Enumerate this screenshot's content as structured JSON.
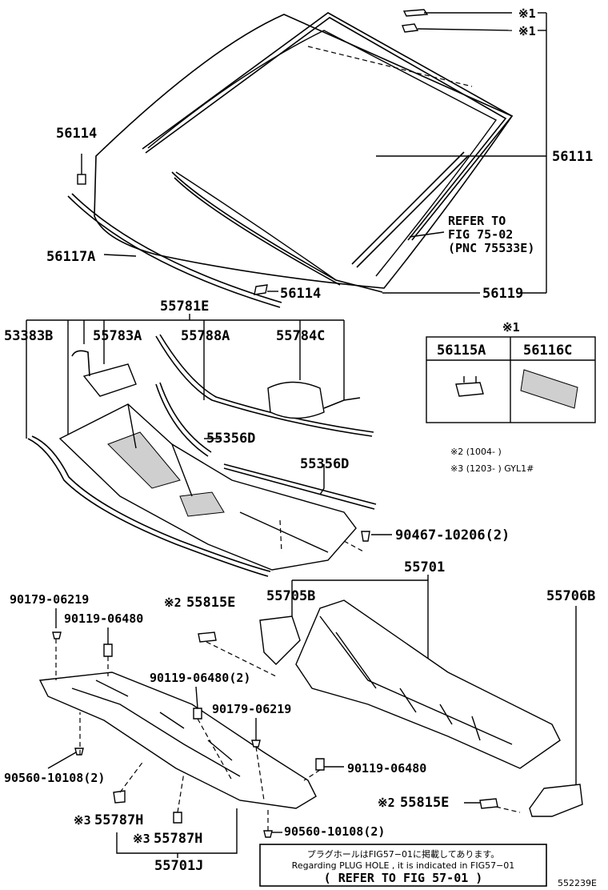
{
  "labels": {
    "windshield_top_note_a": "※1",
    "windshield_top_note_b": "※1",
    "p56114_a": "56114",
    "p56111": "56111",
    "refer_line1": "REFER TO",
    "refer_line2": "FIG 75-02",
    "refer_line3": "(PNC 75533E)",
    "p56117A": "56117A",
    "p56114_b": "56114",
    "p56119": "56119",
    "p55781E": "55781E",
    "p53383B": "53383B",
    "p55783A": "55783A",
    "p55788A": "55788A",
    "p55784C": "55784C",
    "p55356D_a": "55356D",
    "p55356D_b": "55356D",
    "p90467": "90467-10206(2)",
    "p55701": "55701",
    "p90179_a": "90179-06219",
    "p90119_a": "90119-06480",
    "note2_55815E_a": "※2",
    "p55815E_a": "55815E",
    "p55705B": "55705B",
    "p55706B": "55706B",
    "p90119_b": "90119-06480(2)",
    "p90179_b": "90179-06219",
    "p90119_c": "90119-06480",
    "p90560_a": "90560-10108(2)",
    "note2_55815E_b": "※2",
    "p55815E_b": "55815E",
    "note3_55787H_a": "※3",
    "p55787H_a": "55787H",
    "note3_55787H_b": "※3",
    "p55787H_b": "55787H",
    "p90560_b": "90560-10108(2)",
    "p55701J": "55701J",
    "ref_code": "552239E"
  },
  "table": {
    "note": "※1",
    "col1": "56115A",
    "col2": "56116C"
  },
  "footnotes": {
    "n2": "※2 (1004-      )",
    "n3": "※3 (1203-      ) GYL1#"
  },
  "plug_note": {
    "jp": "プラグホールはFIG57−01に掲載してあります。",
    "en": "Regarding PLUG HOLE , it is indicated in FIG57−01",
    "ref": "( REFER TO FIG 57-01 )"
  }
}
